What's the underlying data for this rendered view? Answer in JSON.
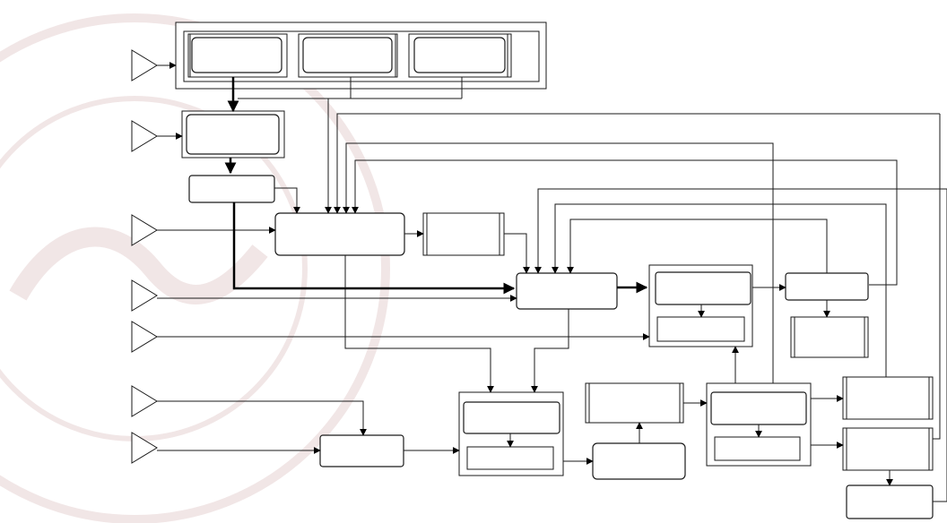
{
  "diagram": {
    "kind": "block-diagram",
    "text_labels": [],
    "colors": {
      "line": "#1a1a1a",
      "background": "#ffffff",
      "watermark": "#f1e6e6"
    },
    "input_terminals": 7,
    "blocks": 20
  }
}
